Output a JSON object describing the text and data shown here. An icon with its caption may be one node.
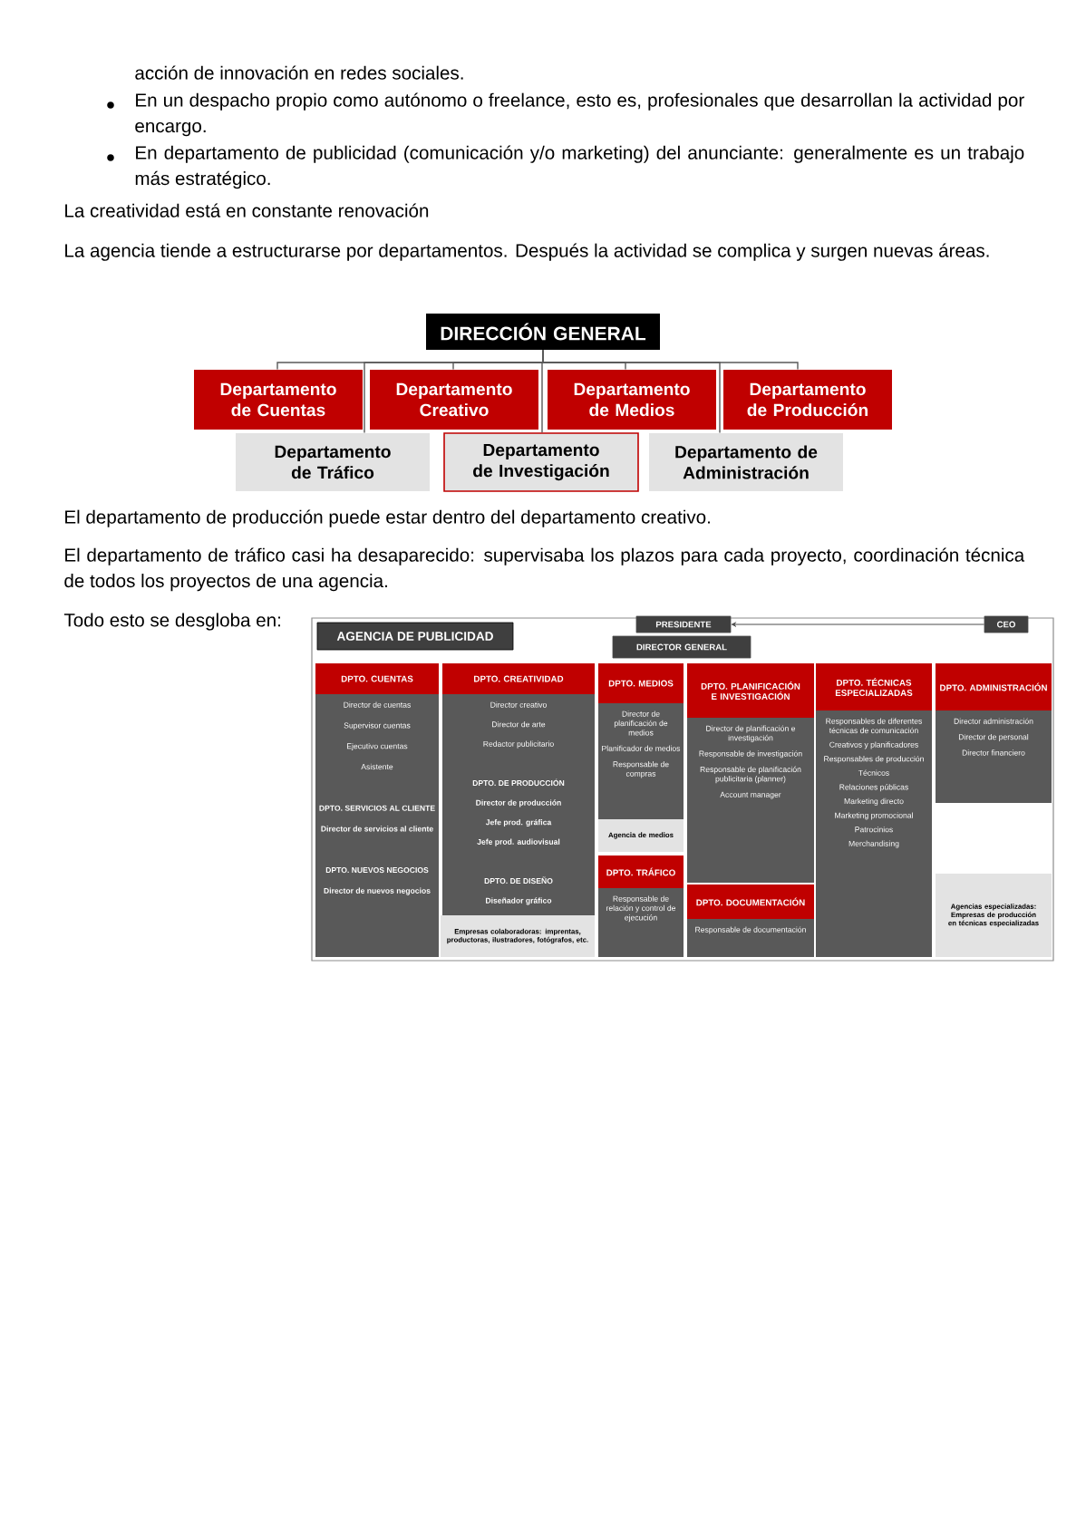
{
  "diagram": {
    "nodes": [
      {
        "text": [
          "DIRECCIÓN GENERAL"
        ]
      },
      {
        "text": [
          "Departamento de Cuentas"
        ]
      },
      {
        "text": [
          "Departamento Creativo"
        ]
      },
      {
        "text": [
          "Departamento de Medios"
        ]
      },
      {
        "text": [
          "Departamento de Producción"
        ]
      },
      {
        "text": [
          "Departamento de Tráfico"
        ]
      },
      {
        "text": [
          "Departamento de Investigación"
        ]
      },
      {
        "text": [
          "Departamento de Administración"
        ]
      },
      {
        "text": [
          "AGENCIA DE PUBLICIDAD"
        ]
      },
      {
        "text": [
          "PRESIDENTE"
        ],
        "in": 8
      },
      {
        "text": [
          "CEO"
        ],
        "in": 8
      },
      {
        "text": [
          "DIRECTOR GENERAL"
        ],
        "in": 8
      },
      {
        "text": [
          "DPTO. CUENTAS",
          "Director de cuentas",
          "Supervisor cuentas",
          "Ejecutivo cuentas",
          "Asistente",
          "DPTO. SERVICIOS AL CLIENTE",
          "Director de servicios al cliente",
          "DPTO. NUEVOS NEGOCIOS",
          "Director de nuevos negocios"
        ],
        "in": 8
      },
      {
        "text": [
          "DPTO. CREATIVIDAD",
          "Director creativo",
          "Director de arte",
          "Redactor publicitario",
          "DPTO. DE PRODUCCIÓN",
          "Director de producción",
          "Jefe prod. gráfica",
          "Jefe prod. audiovisual",
          "DPTO. DE DISEÑO",
          "Diseñador gráfico"
        ],
        "in": 8
      },
      {
        "text": [
          "Empresas colaboradoras: imprentas, productoras, ilustradores, fotógrafos, etc."
        ],
        "in": 8
      },
      {
        "text": [
          "DPTO. MEDIOS",
          "Director de planificación de medios",
          "Planificador de medios",
          "Responsable de compras"
        ],
        "in": 8
      },
      {
        "text": [
          "Agencia de medios"
        ],
        "in": 8
      },
      {
        "text": [
          "DPTO. TRÁFICO",
          "Responsable de relación y control de ejecución"
        ],
        "in": 8
      },
      {
        "text": [
          "DPTO. PLANIFICACIÓN E INVESTIGACIÓN",
          "Director de planificación e investigación",
          "Responsable de investigación",
          "Responsable de planificación publicitaria (planner)",
          "Account manager"
        ],
        "in": 8
      },
      {
        "text": [
          "DPTO. DOCUMENTACIÓN",
          "Responsable de documentación"
        ],
        "in": 8
      },
      {
        "text": [
          "DPTO. TÉCNICAS ESPECIALIZADAS",
          "Responsables de diferentes técnicas de comunicación",
          "Creativos y planificadores",
          "Responsables de producción",
          "Técnicos",
          "Relaciones públicas",
          "Marketing directo",
          "Marketing promocional",
          "Patrocinios",
          "Merchandising"
        ],
        "in": 8
      },
      {
        "text": [
          "DPTO. ADMINISTRACIÓN",
          "Director administración",
          "Director de personal",
          "Director financiero"
        ],
        "in": 8
      },
      {
        "text": [
          "Agencias especializadas: Empresas de producción en técnicas especializadas"
        ],
        "in": 8
      }
    ],
    "edges": [
      {
        "from": 0,
        "to": 1,
        "arrow": "none"
      },
      {
        "from": 0,
        "to": 2,
        "arrow": "none"
      },
      {
        "from": 0,
        "to": 3,
        "arrow": "none"
      },
      {
        "from": 0,
        "to": 4,
        "arrow": "none"
      },
      {
        "from": 0,
        "to": 5,
        "arrow": "none"
      },
      {
        "from": 0,
        "to": 6,
        "arrow": "none"
      },
      {
        "from": 0,
        "to": 7,
        "arrow": "none"
      },
      {
        "from": 10,
        "to": 9,
        "arrow": "to"
      }
    ],
    "labels": [
      "acción de innovación en redes sociales.",
      "En un despacho propio como autónomo o freelance, esto es, profesionales que desarrollan la actividad por encargo.",
      "En departamento de publicidad (comunicación y/o marketing) del anunciante: generalmente es un trabajo más estratégico.",
      "La creatividad está en constante renovación",
      "La agencia tiende a estructurarse por departamentos. Después la actividad se complica y surgen nuevas áreas.",
      "El departamento de producción puede estar dentro del departamento creativo.",
      "El departamento de tráfico casi ha desaparecido: supervisaba los plazos para cada proyecto, coordinación técnica de todos los proyectos de una agencia.",
      "Todo esto se desgloba en:"
    ]
  }
}
